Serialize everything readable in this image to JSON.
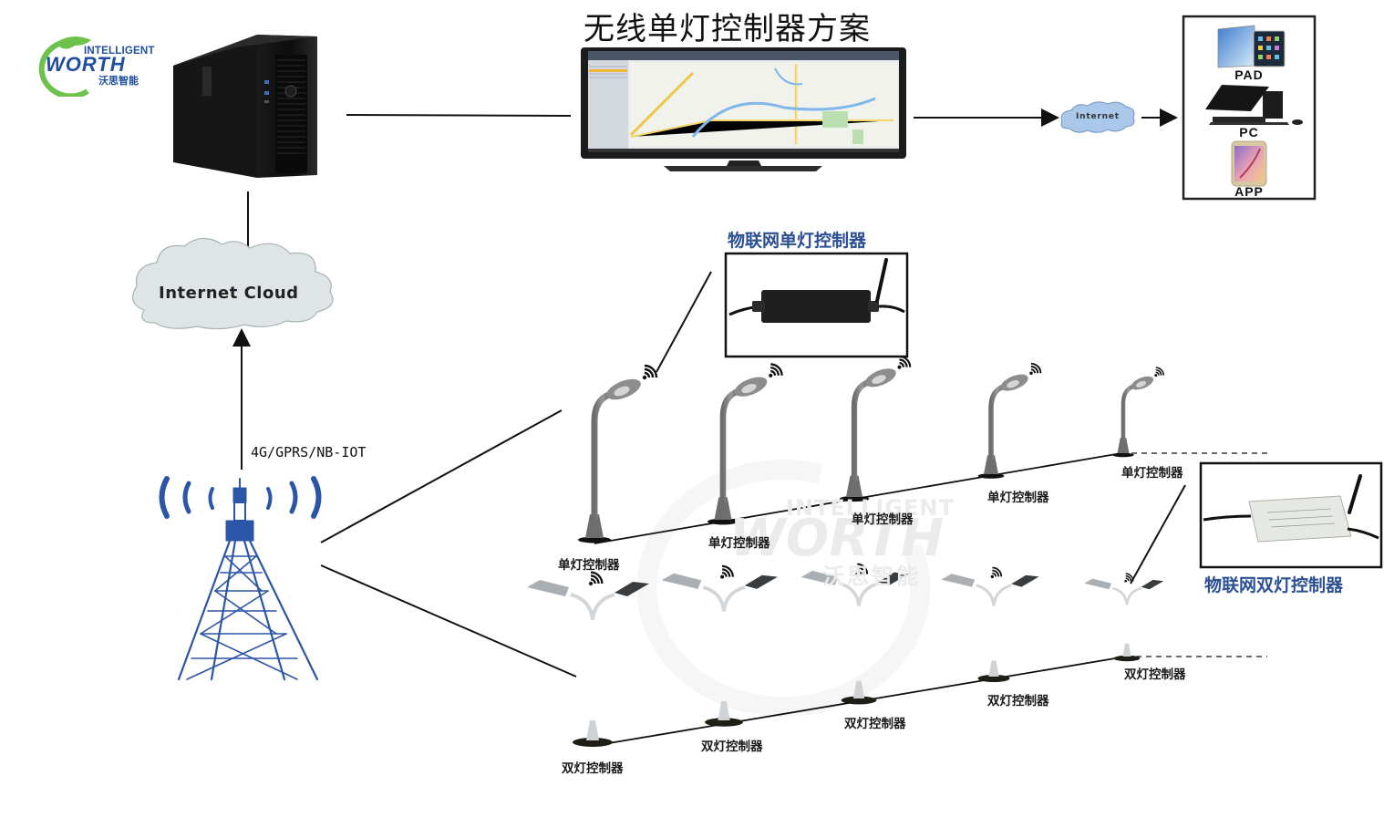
{
  "title": "无线单灯控制器方案",
  "logo": {
    "brand_top": "INTELLIGENT",
    "brand_main": "WORTH",
    "brand_cn": "沃思智能",
    "icon": "globe-swoosh-logo"
  },
  "nodes": {
    "server": {
      "icon": "tower-server-icon"
    },
    "monitor": {
      "icon": "monitor-map-dashboard-icon"
    },
    "internet_small": {
      "label": "Internet",
      "icon": "cloud-icon"
    },
    "internet_cloud": {
      "label": "Internet Cloud",
      "icon": "cloud-icon"
    },
    "cell_tower": {
      "icon": "cell-tower-icon",
      "protocol_label": "4G/GPRS/NB-IOT"
    },
    "clients": {
      "items": [
        {
          "label": "PAD",
          "icon": "tablet-icon"
        },
        {
          "label": "PC",
          "icon": "desktop-pc-icon"
        },
        {
          "label": "APP",
          "icon": "smartphone-icon"
        }
      ]
    }
  },
  "single_controller_product": {
    "heading": "物联网单灯控制器",
    "icon": "single-lamp-controller-device"
  },
  "dual_controller_product": {
    "heading": "物联网双灯控制器",
    "icon": "dual-lamp-controller-device"
  },
  "single_row": {
    "labels": [
      "单灯控制器",
      "单灯控制器",
      "单灯控制器",
      "单灯控制器",
      "单灯控制器"
    ],
    "icon": "single-arm-streetlight-icon"
  },
  "dual_row": {
    "labels": [
      "双灯控制器",
      "双灯控制器",
      "双灯控制器",
      "双灯控制器",
      "双灯控制器"
    ],
    "icon": "double-arm-streetlight-icon"
  },
  "watermark": {
    "top": "INTELLIGENT",
    "main": "WORTH",
    "cn": "沃思智能"
  },
  "colors": {
    "brand_blue": "#2c4f93",
    "tower_blue": "#2b55a6",
    "logo_green": "#6cc24a",
    "cloud_gray": "#dfe5e6",
    "cloud_blue": "#a9c8ea"
  }
}
